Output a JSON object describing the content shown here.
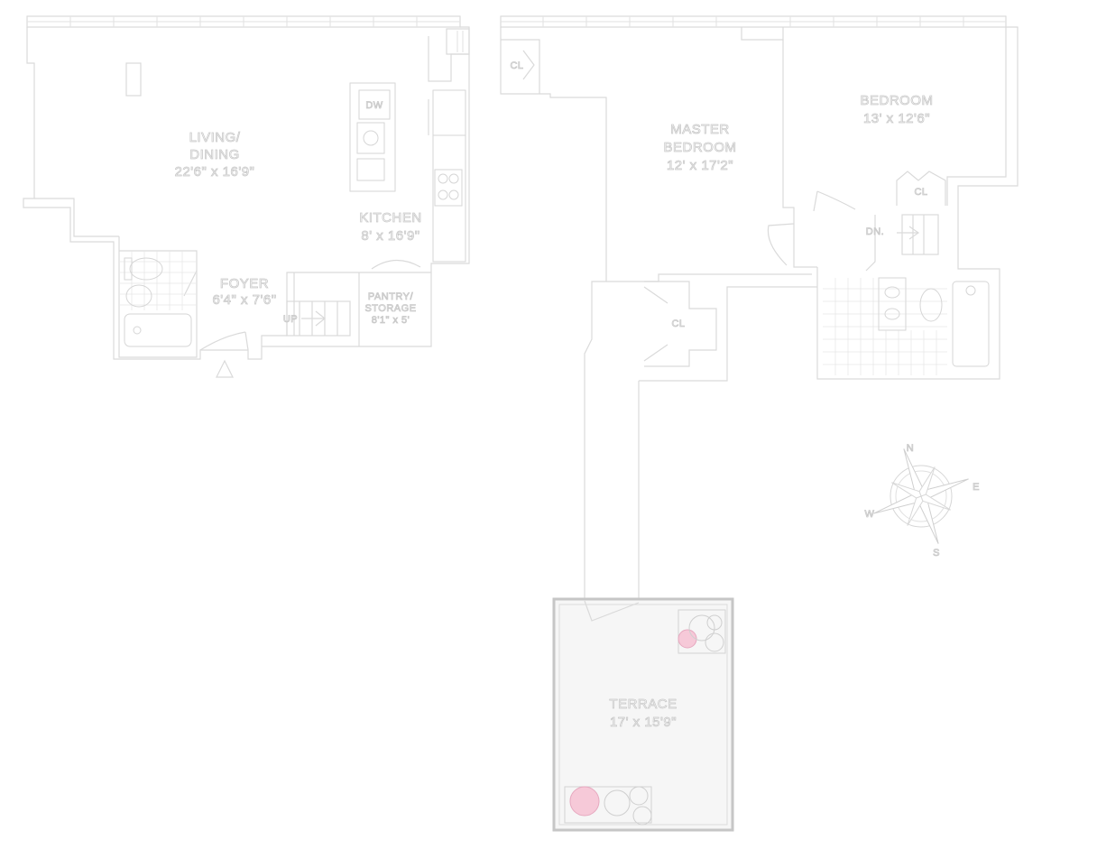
{
  "rooms": {
    "living": {
      "name1": "LIVING/",
      "name2": "DINING",
      "size": "22'6\" x 16'9\""
    },
    "kitchen": {
      "name": "KITCHEN",
      "size": "8' x 16'9\""
    },
    "foyer": {
      "name": "FOYER",
      "size": "6'4\" x 7'6\""
    },
    "pantry": {
      "name1": "PANTRY/",
      "name2": "STORAGE",
      "size": "8'1\" x 5'"
    },
    "master": {
      "name1": "MASTER",
      "name2": "BEDROOM",
      "size": "12' x 17'2\""
    },
    "bedroom": {
      "name": "BEDROOM",
      "size": "13' x 12'6\""
    },
    "terrace": {
      "name": "TERRACE",
      "size": "17' x 15'9\""
    }
  },
  "labels": {
    "dw": "DW",
    "up": "UP",
    "dn": "DN.",
    "closet": "CL"
  },
  "compass": {
    "n": "N",
    "e": "E",
    "s": "S",
    "w": "W"
  }
}
